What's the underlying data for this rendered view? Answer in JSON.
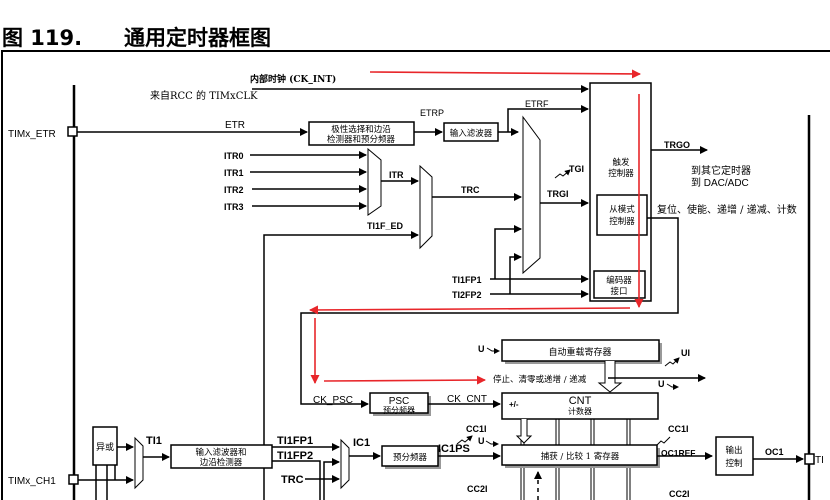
{
  "figure": {
    "number": "图 119.",
    "title": "通用定时器框图"
  },
  "signals": {
    "ck_int": "内部时钟 (CK_INT)",
    "timxclk": "来自RCC 的 TIMxCLK",
    "timx_etr": "TIMx_ETR",
    "etr": "ETR",
    "etrp": "ETRP",
    "etrf": "ETRF",
    "itr0": "ITR0",
    "itr1": "ITR1",
    "itr2": "ITR2",
    "itr3": "ITR3",
    "itr": "ITR",
    "trc": "TRC",
    "tgi": "TGI",
    "trgi": "TRGI",
    "ti1f_ed": "TI1F_ED",
    "ti1fp1": "TI1FP1",
    "ti2fp2": "TI2FP2",
    "trgo": "TRGO",
    "to_other_timers": "到其它定时器",
    "to_dac_adc": "到 DAC/ADC",
    "slave_outputs": "复位、使能、递增 / 递减、计数",
    "ck_psc": "CK_PSC",
    "ck_cnt": "CK_CNT",
    "u": "U",
    "ui": "UI",
    "stop_clear": "停止、清零或递增 / 递减",
    "plus_minus": "+/-",
    "timx_ch1": "TIMx_CH1",
    "ti1": "TI1",
    "ch_ti1fp1": "TI1FP1",
    "ch_ti1fp2": "TI1FP2",
    "ch_trc": "TRC",
    "ic1": "IC1",
    "ic1ps": "IC1PS",
    "cc1i_in": "CC1I",
    "cc1i_out": "CC1I",
    "oc1ref": "OC1REF",
    "oc1": "OC1",
    "cc2i_in": "CC2I",
    "cc2i_out": "CC2I",
    "pin_right": "TI"
  },
  "blocks": {
    "polarity_1": "极性选择和边沿",
    "polarity_2": "检测器和预分频器",
    "input_filter": "输入滤波器",
    "trigger_ctrl_1": "触发",
    "trigger_ctrl_2": "控制器",
    "slave_ctrl_1": "从模式",
    "slave_ctrl_2": "控制器",
    "encoder_1": "编码器",
    "encoder_2": "接口",
    "autoreload": "自动重载寄存器",
    "psc": "PSC",
    "psc_cn": "预分频器",
    "cnt": "CNT",
    "cnt_cn": "计数器",
    "xor": "异或",
    "ch_filter_1": "输入滤波器和",
    "ch_filter_2": "边沿检测器",
    "ch_prescaler": "预分频器",
    "capture_compare": "捕获 / 比较 1 寄存器",
    "output_ctrl_1": "输出",
    "output_ctrl_2": "控制"
  },
  "annotation_color": "#e8262a"
}
